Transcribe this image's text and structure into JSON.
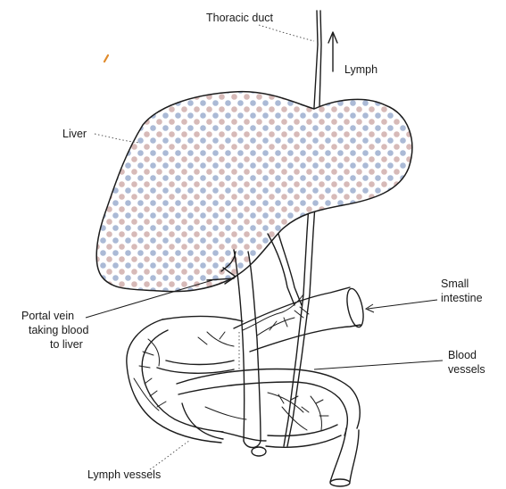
{
  "labels": {
    "thoracic_duct": "Thoracic duct",
    "lymph": "Lymph",
    "liver": "Liver",
    "small_intestine": [
      "Small",
      "intestine"
    ],
    "portal_vein": [
      "Portal vein",
      "taking blood",
      "to liver"
    ],
    "blood_vessels": [
      "Blood",
      "vessels"
    ],
    "lymph_vessels": "Lymph vessels"
  },
  "colors": {
    "ink": "#1c1c1c",
    "liver_dot_a": "#8fa3c8",
    "liver_dot_b": "#c9a2a0",
    "background": "#ffffff",
    "pen_mark": "#e08a2a"
  }
}
